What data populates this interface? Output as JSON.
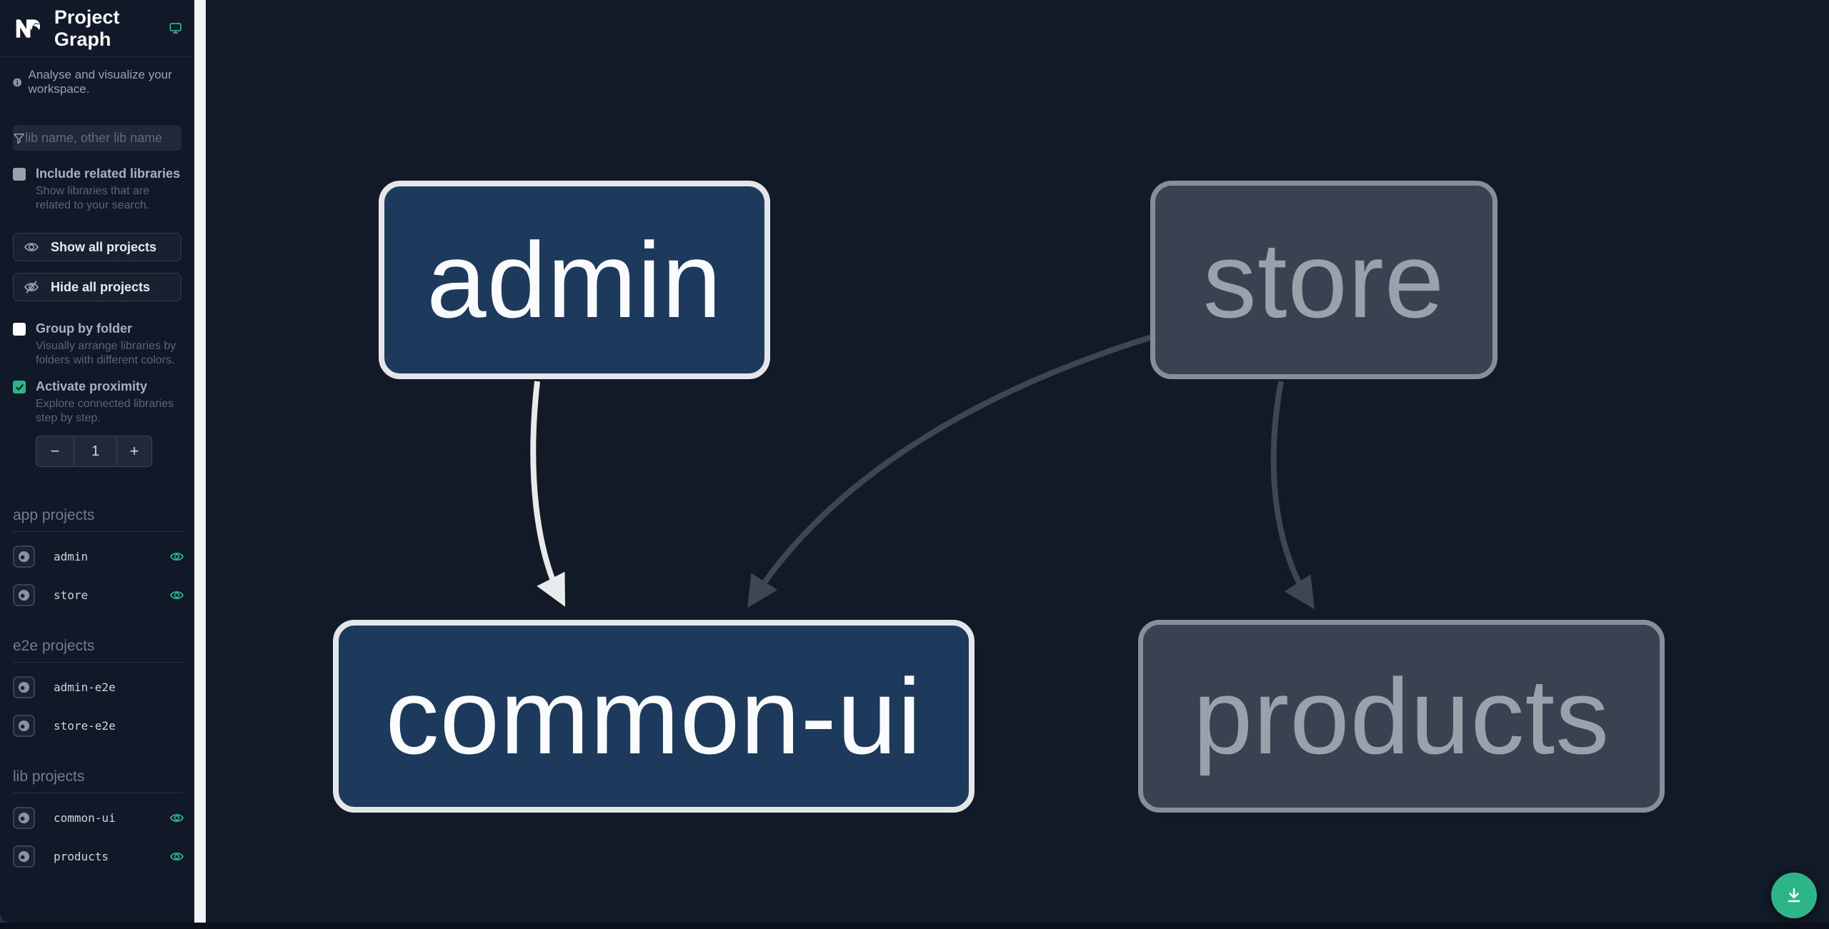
{
  "app": {
    "title": "Project Graph",
    "subtitle": "Analyse and visualize your workspace.",
    "accent_color": "#2eb489"
  },
  "sidebar": {
    "search": {
      "placeholder": "lib name, other lib name"
    },
    "include_related": {
      "label": "Include related libraries",
      "description": "Show libraries that are related to your search.",
      "checked": false
    },
    "show_all_label": "Show all projects",
    "hide_all_label": "Hide all projects",
    "group_by_folder": {
      "label": "Group by folder",
      "description": "Visually arrange libraries by folders with different colors.",
      "checked": false
    },
    "activate_proximity": {
      "label": "Activate proximity",
      "description": "Explore connected libraries step by step.",
      "checked": true
    },
    "proximity_stepper": {
      "decrement": "−",
      "value": "1",
      "increment": "+"
    },
    "sections": [
      {
        "title": "app projects",
        "items": [
          {
            "name": "admin",
            "eye": true
          },
          {
            "name": "store",
            "eye": true
          }
        ]
      },
      {
        "title": "e2e projects",
        "items": [
          {
            "name": "admin-e2e",
            "eye": false
          },
          {
            "name": "store-e2e",
            "eye": false
          }
        ]
      },
      {
        "title": "lib projects",
        "items": [
          {
            "name": "common-ui",
            "eye": true
          },
          {
            "name": "products",
            "eye": true
          }
        ]
      }
    ]
  },
  "graph": {
    "nodes": [
      {
        "id": "admin",
        "label": "admin",
        "style": "highlighted"
      },
      {
        "id": "store",
        "label": "store",
        "style": "muted"
      },
      {
        "id": "common-ui",
        "label": "common-ui",
        "style": "highlighted"
      },
      {
        "id": "products",
        "label": "products",
        "style": "muted"
      }
    ],
    "edges": [
      {
        "from": "admin",
        "to": "common-ui",
        "style": "highlighted"
      },
      {
        "from": "store",
        "to": "common-ui",
        "style": "muted"
      },
      {
        "from": "store",
        "to": "products",
        "style": "muted"
      }
    ],
    "colors": {
      "node_highlight_bg": "#1d3a5c",
      "node_highlight_border": "#e4e6e9",
      "node_muted_bg": "#3a4150",
      "node_muted_border": "#878e99",
      "edge_highlight": "#e8eaec",
      "edge_muted": "#3e4553",
      "canvas_bg": "#121927"
    }
  }
}
